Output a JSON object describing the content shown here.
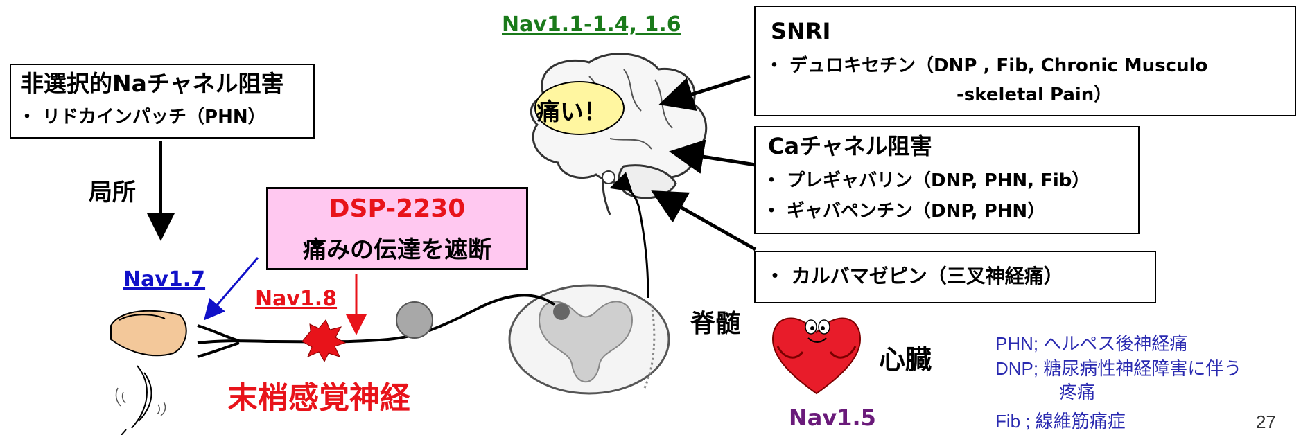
{
  "top_label": "Nav1.1-1.4, 1.6",
  "brain_label": "痛い！",
  "left_box": {
    "title": "非選択的Naチャネル阻害",
    "item": "・ リドカインパッチ（PHN）"
  },
  "local_label": "局所",
  "dsp_box": {
    "name": "DSP-2230",
    "desc": "痛みの伝達を遮断"
  },
  "nav17": "Nav1.7",
  "nav18": "Nav1.8",
  "peripheral_label": "末梢感覚神経",
  "spinal_label": "脊髄",
  "heart_label": "心臓",
  "nav15": "Nav1.5",
  "snri_box": {
    "title": "SNRI",
    "line1": "・ デュロキセチン（DNP , Fib, Chronic Musculo",
    "line2": "-skeletal Pain）"
  },
  "ca_box": {
    "title": "Caチャネル阻害",
    "item1": "・ プレギャバリン（DNP, PHN, Fib）",
    "item2": "・ ギャバペンチン（DNP, PHN）"
  },
  "carba_box": {
    "item": "・ カルバマゼピン（三叉神経痛）"
  },
  "legend": {
    "phn": "PHN; ヘルペス後神経痛",
    "dnp1": "DNP; 糖尿病性神経障害に伴う",
    "dnp2": "疼痛",
    "fib": "Fib ; 線維筋痛症"
  },
  "page_number": "27",
  "colors": {
    "green": "#1a7a1a",
    "blue": "#1010c8",
    "red": "#e8131a",
    "purple": "#6a1a7a",
    "legend_blue": "#2a2ab0",
    "dsp_bg": "#ffc8f0",
    "brain_yellow": "#fff6a0"
  }
}
